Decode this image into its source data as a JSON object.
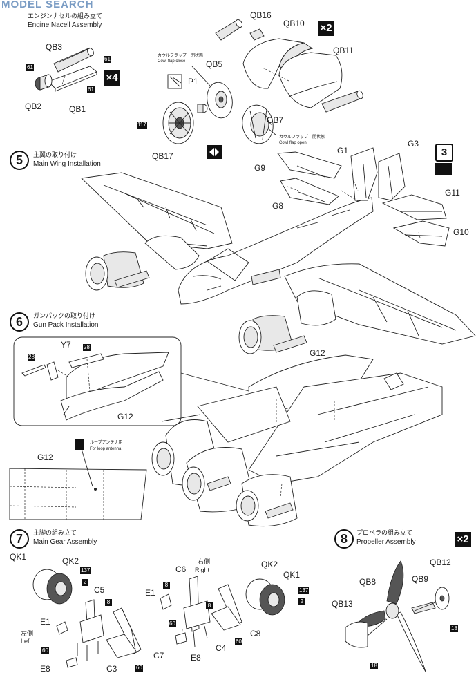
{
  "watermark": "MODEL SEARCH",
  "step4": {
    "jp": "エンジンナセルの組み立て",
    "en": "Engine Nacell Assembly"
  },
  "step5": {
    "num": "5",
    "jp": "主翼の取り付け",
    "en": "Main Wing Installation"
  },
  "step6": {
    "num": "6",
    "jp": "ガンパックの取り付け",
    "en": "Gun Pack Installation"
  },
  "step7": {
    "num": "7",
    "jp": "主脚の組み立て",
    "en": "Main Gear Assembly"
  },
  "step8": {
    "num": "8",
    "jp": "プロペラの組み立て",
    "en": "Propeller Assembly"
  },
  "mult": {
    "x2a": "×2",
    "x4": "×4",
    "x2b": "×2"
  },
  "parts": {
    "QB3": "QB3",
    "QB2": "QB2",
    "QB1": "QB1",
    "QB16": "QB16",
    "QB10": "QB10",
    "QB11": "QB11",
    "QB5": "QB5",
    "P1": "P1",
    "QB7": "QB7",
    "QB17": "QB17",
    "G1": "G1",
    "G3": "G3",
    "G9": "G9",
    "G8": "G8",
    "G11": "G11",
    "G10": "G10",
    "Y7": "Y7",
    "G12a": "G12",
    "G12b": "G12",
    "G12c": "G12",
    "QK1a": "QK1",
    "QK2a": "QK2",
    "C5": "C5",
    "E1a": "E1",
    "E8a": "E8",
    "C3": "C3",
    "C7": "C7",
    "C6": "C6",
    "E1b": "E1",
    "E8b": "E8",
    "C4": "C4",
    "C8": "C8",
    "QK2b": "QK2",
    "QK1b": "QK1",
    "QB8": "QB8",
    "QB9": "QB9",
    "QB12": "QB12",
    "QB13": "QB13"
  },
  "notes": {
    "cowl_close_jp": "カウルフラップ　閉状態",
    "cowl_close_en": "Cowl flap close",
    "cowl_open_jp": "カウルフラップ　開状態",
    "cowl_open_en": "Cowl flap open",
    "loop_jp": "ループアンテナ用",
    "loop_en": "For loop antenna",
    "left_jp": "左側",
    "left_en": "Left",
    "right_jp": "右側",
    "right_en": "Right"
  },
  "colors": {
    "n61a": "61",
    "n61b": "61",
    "n61c": "61",
    "n61d": "61",
    "n117": "117",
    "n28a": "28",
    "n28b": "28",
    "n137a": "137",
    "n2a": "2",
    "n8a": "8",
    "n60a": "60",
    "n60b": "60",
    "n8b": "8",
    "n8c": "8",
    "n60c": "60",
    "n60d": "60",
    "n137b": "137",
    "n2b": "2",
    "n18a": "18",
    "n18b": "18",
    "step3": "3"
  }
}
